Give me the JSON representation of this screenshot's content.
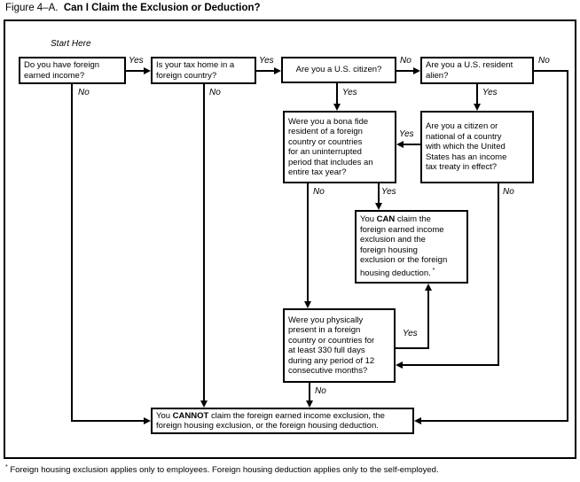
{
  "title": {
    "figure": "Figure 4–A.",
    "text": "Can I Claim the Exclusion or Deduction?"
  },
  "labels": {
    "start_here": "Start Here",
    "yes": "Yes",
    "no": "No"
  },
  "colors": {
    "ink": "#000000",
    "background": "#ffffff"
  },
  "boxes": {
    "q_foreign_income": "Do you have foreign\nearned income?",
    "q_tax_home": "Is your tax home in a\nforeign country?",
    "q_us_citizen": "Are you a U.S. citizen?",
    "q_resident_alien": "Are you a U.S. resident\nalien?",
    "q_bona_fide": "Were you a bona fide\nresident of a foreign\ncountry or countries\nfor an uninterrupted\nperiod that includes an\nentire tax year?",
    "q_treaty": "Are you a citizen or\nnational of a country\nwith which the United\nStates has an income\ntax treaty in effect?",
    "r_can": {
      "pre": "You ",
      "emph": "CAN",
      "rest": " claim the\nforeign earned income\nexclusion and the\nforeign housing\nexclusion or the foreign\nhousing deduction.",
      "mark": "*"
    },
    "q_physical": "Were you physically\npresent in a foreign\ncountry or countries for\nat least 330 full days\nduring any period of 12\nconsecutive months?",
    "r_cannot": {
      "pre": "You ",
      "emph": "CANNOT",
      "rest": " claim the foreign earned income exclusion, the\nforeign housing exclusion, or the foreign housing deduction."
    }
  },
  "footnote": {
    "mark": "*",
    "text": " Foreign housing exclusion applies only to employees. Foreign housing deduction applies only to the self-employed."
  }
}
